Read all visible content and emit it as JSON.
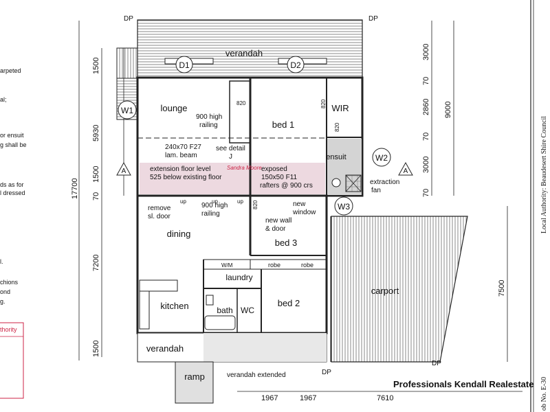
{
  "colors": {
    "line": "#222222",
    "hatch": "#555555",
    "pink": "#e9cfd8",
    "grey": "#cfcfcf",
    "red": "#cc2244"
  },
  "rooms": {
    "verandah_top": "verandah",
    "lounge": "lounge",
    "bed1": "bed 1",
    "wir": "WIR",
    "ensuit": "ensuit",
    "dining": "dining",
    "bed3": "bed 3",
    "laundry": "laundry",
    "kitchen": "kitchen",
    "bath": "bath",
    "wc": "WC",
    "bed2": "bed 2",
    "carport": "carport",
    "verandah_bottom": "verandah",
    "ramp": "ramp"
  },
  "markers": {
    "d1": "D1",
    "d2": "D2",
    "w1": "W1",
    "w2": "W2",
    "w3": "W3",
    "section_a": "A"
  },
  "notes": {
    "railing_top_1": "900 high",
    "railing_top_2": "railing",
    "beam_1": "240x70 F27",
    "beam_2": "lam. beam",
    "detail_1": "see detail",
    "detail_2": "J",
    "ext_1": "extension floor level",
    "ext_2": "525 below existing floor",
    "exposed_1": "exposed",
    "exposed_2": "150x50 F11",
    "exposed_3": "rafters @ 900 crs",
    "extraction_1": "extraction",
    "extraction_2": "fan",
    "remove_1": "remove",
    "remove_2": "sl. door",
    "railing_mid_1": "900 high",
    "railing_mid_2": "railing",
    "newwall_1": "new wall",
    "newwall_2": "& door",
    "newwin_1": "new",
    "newwin_2": "window",
    "robe_1": "robe",
    "robe_2": "robe",
    "wm": "W/M",
    "up1": "up",
    "up2": "up",
    "up3": "up",
    "door_820_a": "820",
    "door_820_b": "820",
    "door_820_c": "820",
    "door_820_d": "820",
    "verandah_extended": "verandah extended",
    "signature": "Sandra Moore"
  },
  "dp": [
    "DP",
    "DP",
    "DP",
    "DP"
  ],
  "dims_left": {
    "d1500a": "1500",
    "d5930": "5930",
    "d1500b": "1500",
    "d70": "70",
    "d17700": "17700",
    "d7200": "7200",
    "d1500c": "1500"
  },
  "dims_right": {
    "d3000a": "3000",
    "d70a": "70",
    "d2860": "2860",
    "d70b": "70",
    "d3000b": "3000",
    "d70c": "70",
    "d9000": "9000",
    "d7500": "7500"
  },
  "dims_bottom": {
    "d1967a": "1967",
    "d1967b": "1967",
    "d7610": "7610"
  },
  "left_fragments": [
    "arpeted",
    "al;",
    "or ensuit",
    "g shall be",
    "ds as for",
    "l dressed",
    "l.",
    "chions",
    "ond",
    "g.",
    "thority"
  ],
  "sidebar": {
    "authority": "Local Authority:   Beaudesert Shire Council",
    "job_no": "ob No. E-30"
  },
  "credit": "Professionals Kendall Realestate"
}
